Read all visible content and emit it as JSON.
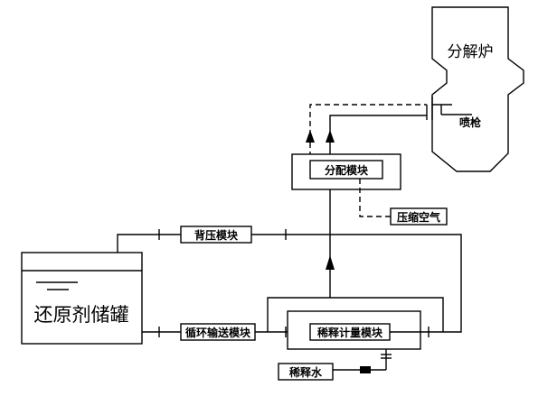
{
  "labels": {
    "furnace": "分解炉",
    "spray_gun": "喷枪",
    "distribution_module": "分配模块",
    "compressed_air": "压缩空气",
    "back_pressure_module": "背压模块",
    "reductant_tank": "还原剂储罐",
    "circulation_module": "循环输送模块",
    "dilution_metering_module": "稀释计量模块",
    "dilution_water": "稀释水"
  }
}
